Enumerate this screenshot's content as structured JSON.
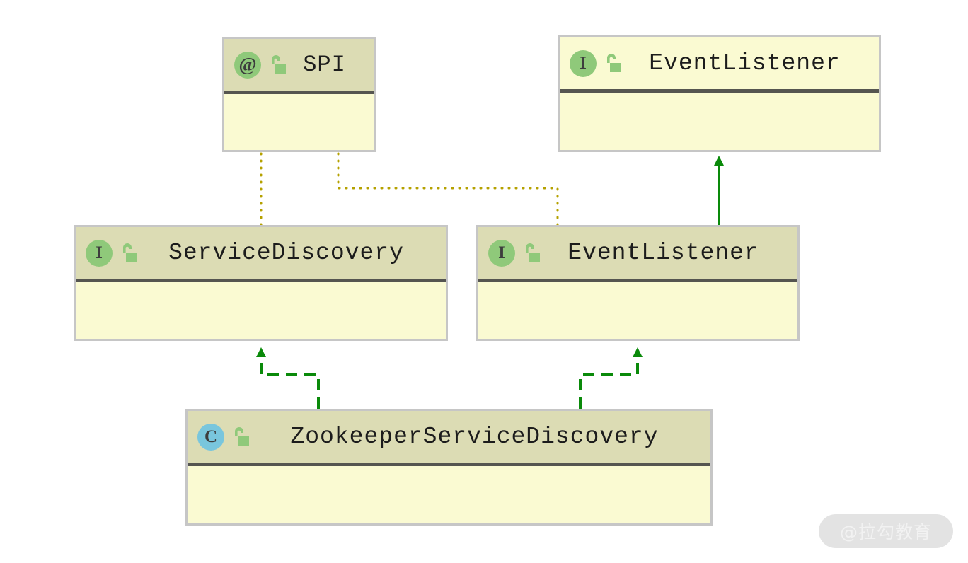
{
  "diagram": {
    "type": "uml-class-diagram",
    "background_color": "#ffffff",
    "palette": {
      "header_fill": "#dcdcb4",
      "body_fill": "#fafad2",
      "box_border": "#c6c6c6",
      "header_rule": "#555550",
      "interface_badge": "#8fc97a",
      "class_badge": "#79c6dd",
      "lock_green": "#8fc97a",
      "inheritance_green": "#0a8a0a",
      "dependency_olive": "#b5a100",
      "title_text": "#1c1c1c"
    },
    "boxes": [
      {
        "id": "spi",
        "name": "SPI",
        "badge": "@",
        "badge_kind": "annotation",
        "visibility_icon": "unlocked-padlock-icon",
        "header_style": "filled"
      },
      {
        "id": "eventlistener-top",
        "name": "EventListener",
        "badge": "I",
        "badge_kind": "interface",
        "visibility_icon": "unlocked-padlock-icon",
        "header_style": "plain"
      },
      {
        "id": "servicediscovery",
        "name": "ServiceDiscovery",
        "badge": "I",
        "badge_kind": "interface",
        "visibility_icon": "unlocked-padlock-icon",
        "header_style": "filled"
      },
      {
        "id": "eventlistener-mid",
        "name": "EventListener",
        "badge": "I",
        "badge_kind": "interface",
        "visibility_icon": "unlocked-padlock-icon",
        "header_style": "filled"
      },
      {
        "id": "zookeeper",
        "name": "ZookeeperServiceDiscovery",
        "badge": "C",
        "badge_kind": "class",
        "visibility_icon": "unlocked-padlock-icon",
        "header_style": "filled"
      }
    ],
    "connectors": [
      {
        "id": "spi-to-servicediscovery",
        "from": "spi",
        "to": "servicediscovery",
        "style": "dotted",
        "color": "#b5a100",
        "arrowhead": "none",
        "relationship": "annotation"
      },
      {
        "id": "spi-to-eventlistener-mid",
        "from": "spi",
        "to": "eventlistener-mid",
        "style": "dotted",
        "color": "#b5a100",
        "arrowhead": "none",
        "relationship": "annotation"
      },
      {
        "id": "eventlistener-mid-to-eventlistener-top",
        "from": "eventlistener-mid",
        "to": "eventlistener-top",
        "style": "solid",
        "color": "#0a8a0a",
        "arrowhead": "filled-triangle",
        "relationship": "extends"
      },
      {
        "id": "zookeeper-to-servicediscovery",
        "from": "zookeeper",
        "to": "servicediscovery",
        "style": "dashed",
        "color": "#0a8a0a",
        "arrowhead": "filled-triangle",
        "relationship": "implements"
      },
      {
        "id": "zookeeper-to-eventlistener-mid",
        "from": "zookeeper",
        "to": "eventlistener-mid",
        "style": "dashed",
        "color": "#0a8a0a",
        "arrowhead": "filled-triangle",
        "relationship": "implements"
      }
    ]
  },
  "watermark": {
    "text": "@拉勾教育"
  }
}
